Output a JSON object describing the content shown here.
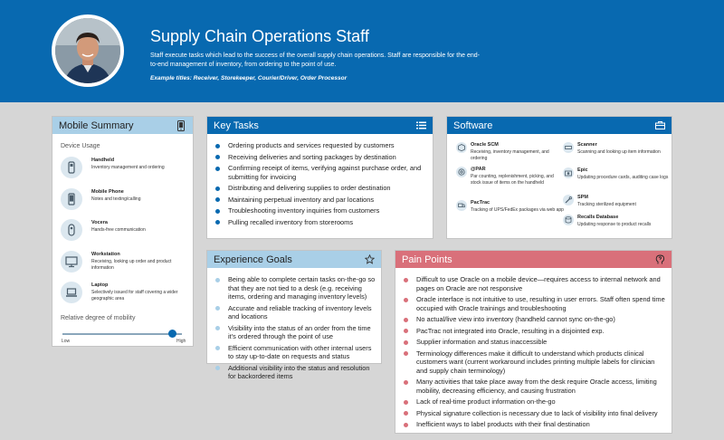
{
  "header": {
    "title": "Supply Chain Operations Staff",
    "description": "Staff execute tasks which lead to the success of the overall supply chain operations. Staff are responsible for the end-to-end management of inventory, from ordering to the point of use.",
    "examples": "Example titles: Receiver, Storekeeper, Courier/Driver, Order Processor"
  },
  "mobile_summary": {
    "title": "Mobile Summary",
    "device_usage_label": "Device Usage",
    "devices": [
      {
        "name": "Handheld",
        "desc": "Inventory management and ordering",
        "icon": "handheld-scanner-icon"
      },
      {
        "name": "Mobile Phone",
        "desc": "Notes and texting/calling",
        "icon": "mobile-phone-icon"
      },
      {
        "name": "Vocera",
        "desc": "Hands-free communication",
        "icon": "vocera-badge-icon"
      },
      {
        "name": "Workstation",
        "desc": "Receiving, looking up order and product information",
        "icon": "monitor-icon"
      },
      {
        "name": "Laptop",
        "desc": "Selectively issued for staff covering a wider geographic area",
        "icon": "laptop-icon"
      }
    ],
    "mobility_label": "Relative degree of mobility",
    "mobility_low": "Low",
    "mobility_high": "High",
    "mobility_level": 0.92
  },
  "key_tasks": {
    "title": "Key Tasks",
    "items": [
      "Ordering products and services requested by customers",
      "Receiving deliveries and sorting packages by destination",
      "Confirming receipt of items, verifying against purchase order, and submitting for invoicing",
      "Distributing and delivering supplies to order destination",
      "Maintaining perpetual inventory and par locations",
      "Troubleshooting inventory inquiries from customers",
      "Pulling recalled inventory from storerooms"
    ]
  },
  "software": {
    "title": "Software",
    "items": [
      {
        "name": "Oracle SCM",
        "desc": "Receiving, inventory management, and ordering",
        "icon": "cube-icon"
      },
      {
        "name": "@PAR",
        "desc": "Par counting, replenishment, picking, and stock issue of items on the handheld",
        "icon": "at-sign-icon"
      },
      {
        "name": "PacTrac",
        "desc": "Tracking of UPS/FedEx packages via web app",
        "icon": "truck-icon"
      },
      {
        "name": "Scanner",
        "desc": "Scanning and looking up item information",
        "icon": "scanner-icon"
      },
      {
        "name": "Epic",
        "desc": "Updating procedure cards, auditing case logs",
        "icon": "camera-icon"
      },
      {
        "name": "SPM",
        "desc": "Tracking sterilized equipment",
        "icon": "tool-icon"
      },
      {
        "name": "Recalls Database",
        "desc": "Updating response to product recalls",
        "icon": "database-icon"
      }
    ]
  },
  "experience_goals": {
    "title": "Experience Goals",
    "items": [
      "Being able to complete certain tasks on-the-go so that they are not tied to a desk (e.g. receiving items, ordering and managing inventory levels)",
      "Accurate and reliable tracking of inventory levels and locations",
      "Visibility into the status of an order from the time it's ordered through the point of use",
      "Efficient communication with other internal users to stay up-to-date on requests and status",
      "Additional visibility into the status and resolution for backordered items"
    ]
  },
  "pain_points": {
    "title": "Pain Points",
    "items": [
      "Difficult to use Oracle on a mobile device—requires access to internal network and pages on Oracle are not responsive",
      "Oracle interface is not intuitive to use, resulting in user errors. Staff often spend time occupied with Oracle trainings and troubleshooting",
      "No actual/live view into inventory (handheld cannot sync on-the-go)",
      "PacTrac not integrated into Oracle, resulting in a disjointed exp.",
      "Supplier information and status inaccessible",
      "Terminology differences make it difficult to understand which  products clinical customers want (current workaround includes printing multiple labels for clinician and supply chain terminology)",
      "Many activities that take place away from the desk require Oracle access, limiting mobility, decreasing efficiency, and causing frustration",
      "Lack of real-time product information on-the-go",
      "Physical signature collection is necessary due to lack of visibility into final delivery",
      "Inefficient ways to label products with their final destination"
    ]
  },
  "colors": {
    "brand_blue": "#0869b0",
    "light_blue": "#a9cfe7",
    "pink": "#d9707a",
    "background": "#d6d6d6"
  }
}
